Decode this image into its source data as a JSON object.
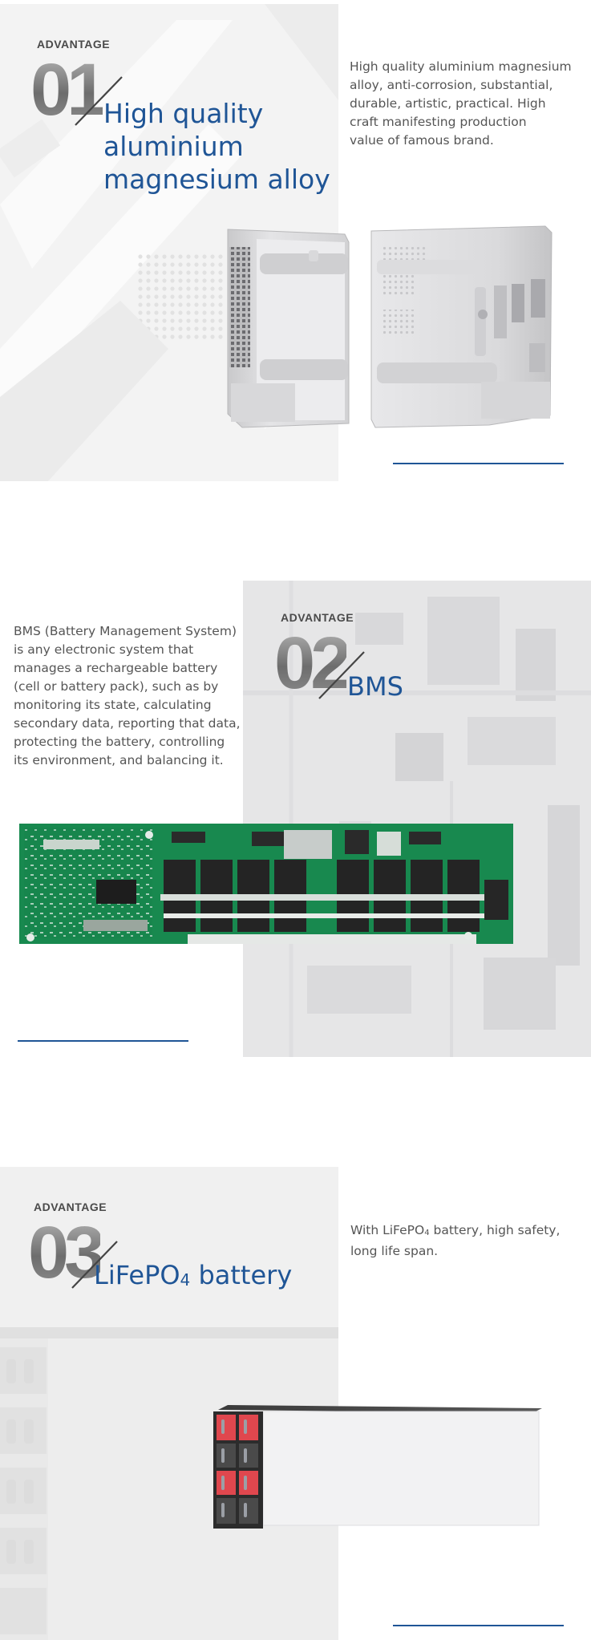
{
  "advantages": [
    {
      "label": "ADVANTAGE",
      "number": "01",
      "title_lines": [
        "High quality",
        "aluminium",
        "magnesium alloy"
      ],
      "desc_lines": [
        "High quality aluminium magnesium",
        "alloy, anti-corrosion, substantial,",
        "durable, artistic, practical. High",
        "craft manifesting production",
        "value of famous brand."
      ],
      "image_icon": "battery-enclosure-icon"
    },
    {
      "label": "ADVANTAGE",
      "number": "02",
      "title_lines": [
        "BMS"
      ],
      "desc_lines": [
        "BMS (Battery Management System)",
        "is any electronic system that",
        "manages a rechargeable battery",
        "(cell or battery pack), such as by",
        "monitoring its state, calculating",
        "secondary data, reporting that data,",
        "protecting the battery, controlling",
        "its environment, and balancing it."
      ],
      "image_icon": "circuit-board-icon"
    },
    {
      "label": "ADVANTAGE",
      "number": "03",
      "title": "LiFePO",
      "title_sub": "4",
      "title_tail": " battery",
      "desc_pre": "With LiFePO",
      "desc_sub": "4",
      "desc_post": " battery, high safety,",
      "desc_line2": "long life span.",
      "image_icon": "battery-cells-icon"
    }
  ],
  "colors": {
    "accent": "#1f5596",
    "text": "#555555",
    "panel": "#ececec"
  }
}
